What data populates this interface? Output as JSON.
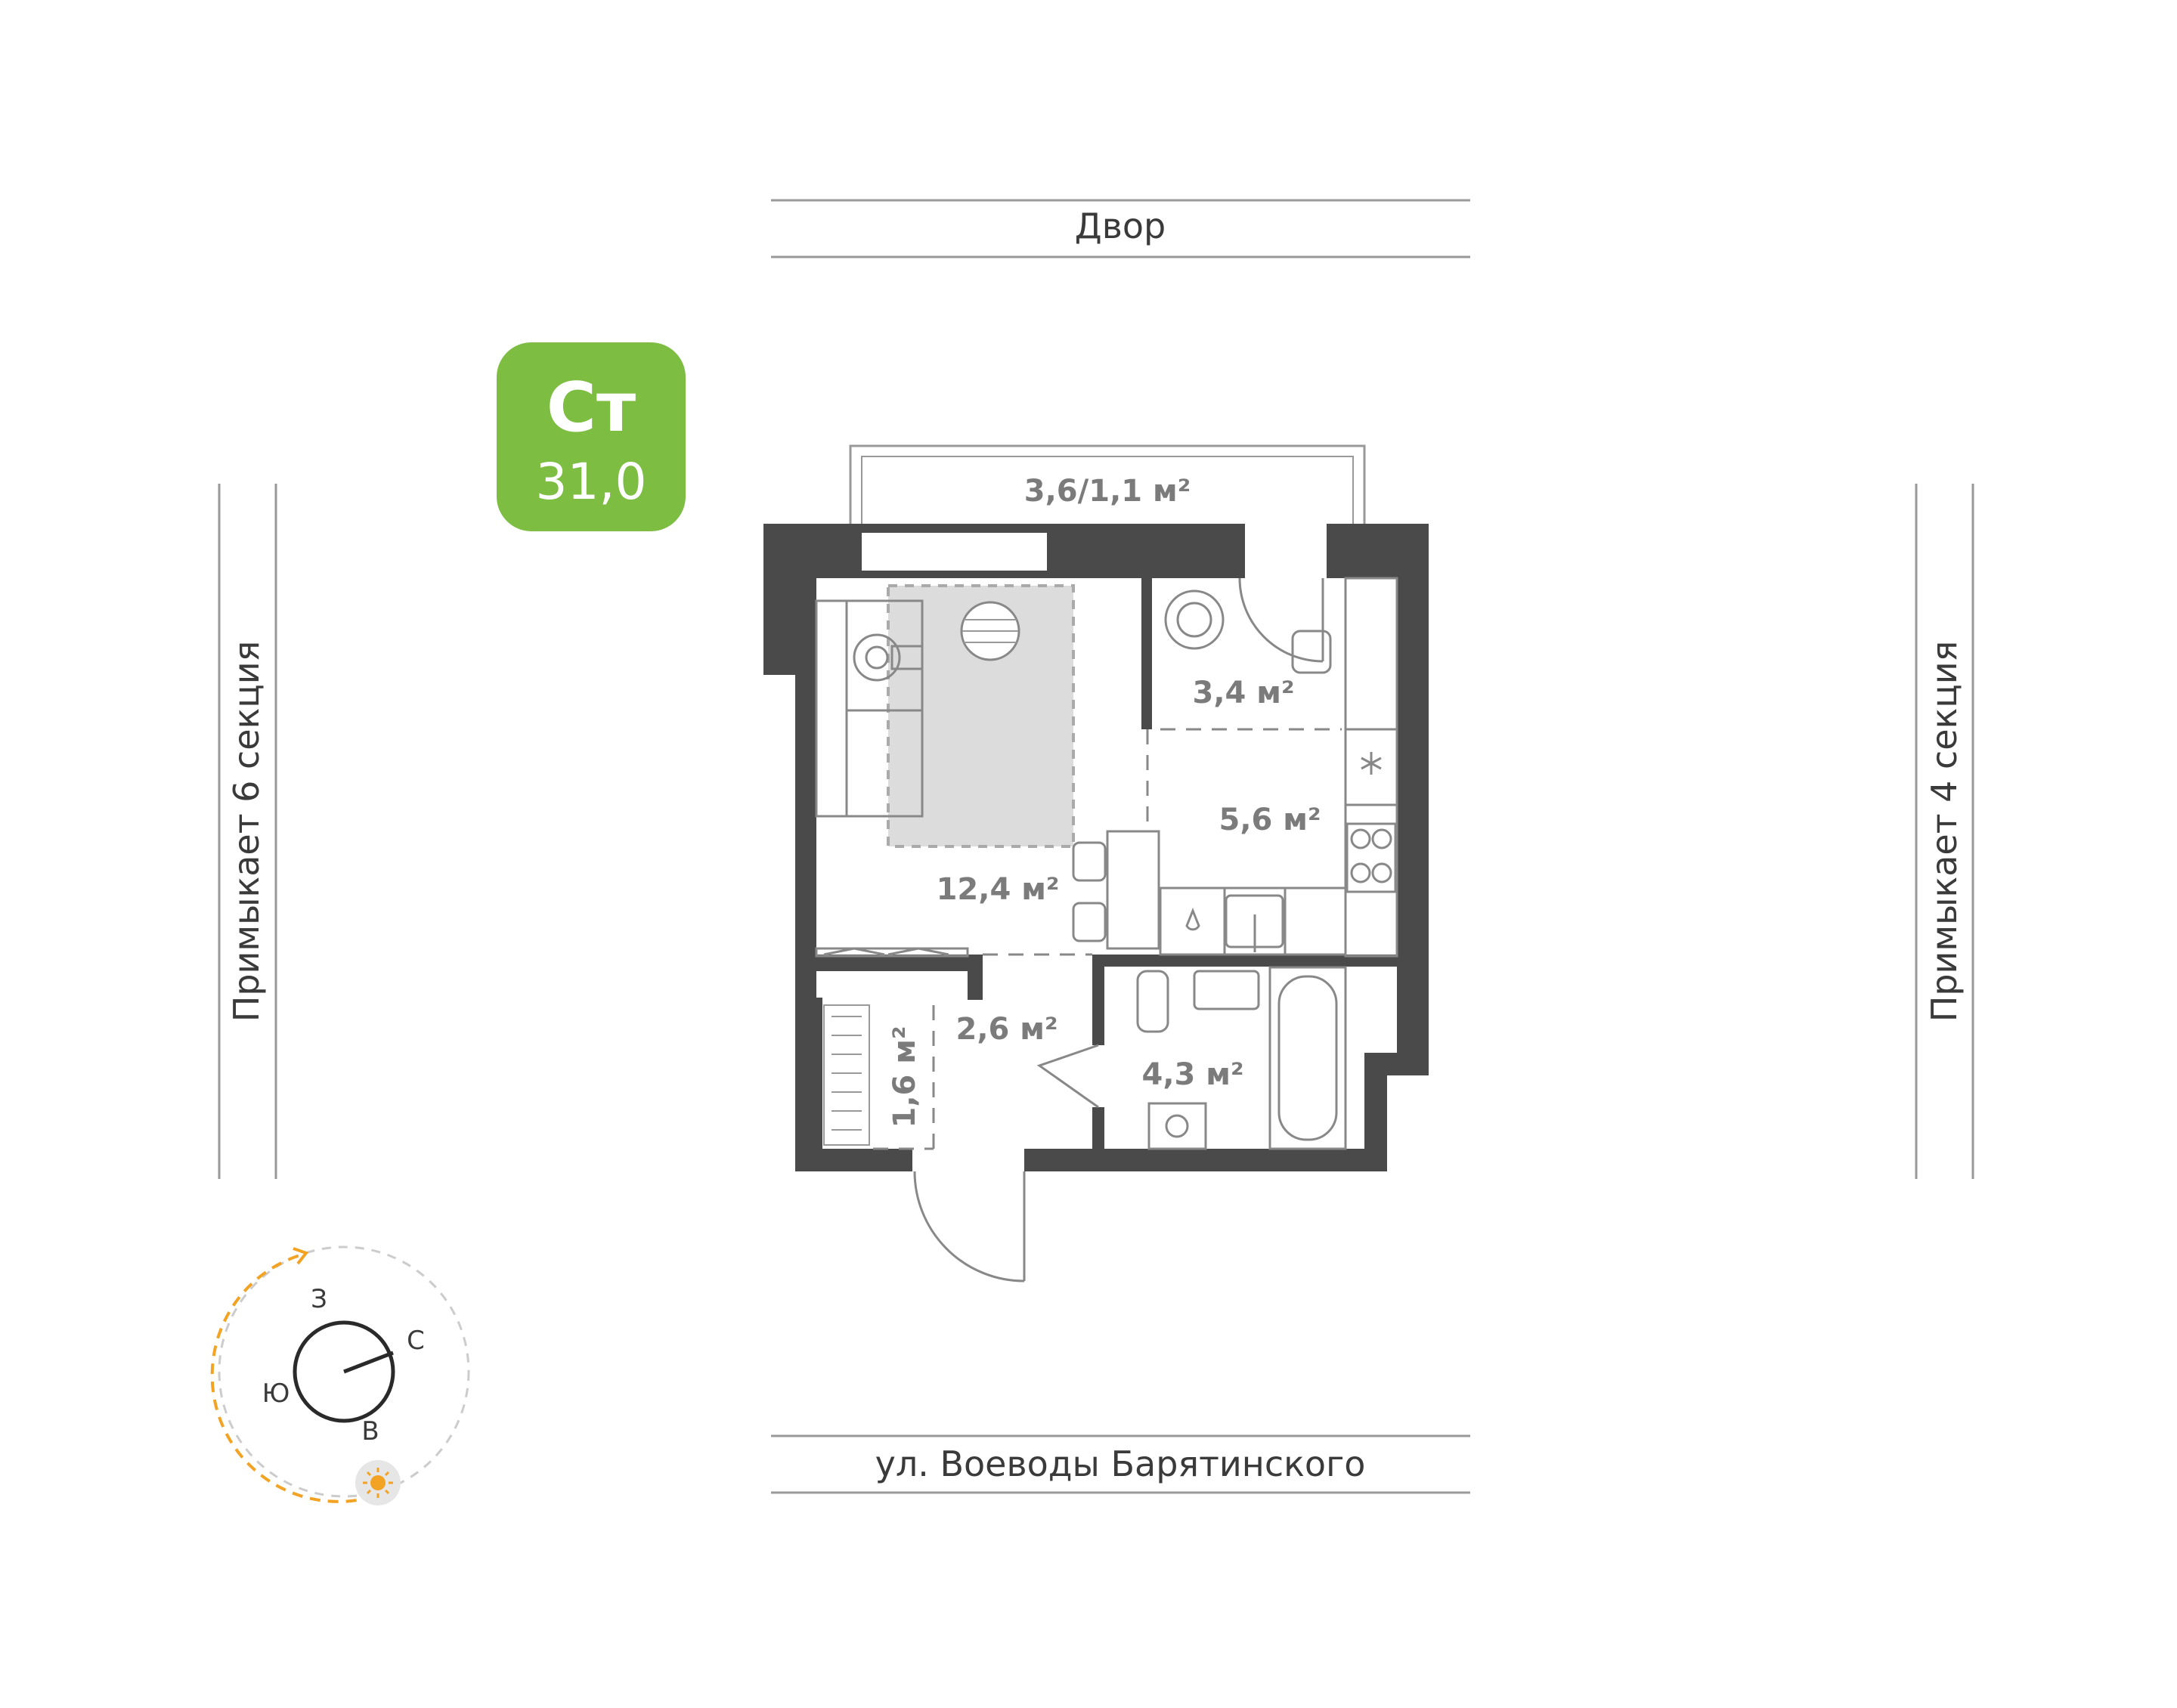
{
  "badge": {
    "type": "Ст",
    "area": "31,0",
    "color": "#7cbd42"
  },
  "surroundings": {
    "top": "Двор",
    "bottom": "ул. Воеводы Барятинского",
    "left": "Примыкает 6 секция",
    "right": "Примыкает 4 секция"
  },
  "rooms": {
    "balcony": "3,6/1,1 м²",
    "living": "12,4 м²",
    "corridor": "2,6 м²",
    "closet": "1,6 м²",
    "kitchen": "5,6 м²",
    "niche": "3,4 м²",
    "bathroom": "4,3 м²"
  },
  "compass": {
    "west": "З",
    "north": "С",
    "south": "Ю",
    "east": "В",
    "sun_icon": "sun-icon",
    "path_color": "#f2a324"
  },
  "colors": {
    "wall": "#4a4a4b",
    "rug": "#dcdcdc",
    "line": "#999999"
  }
}
